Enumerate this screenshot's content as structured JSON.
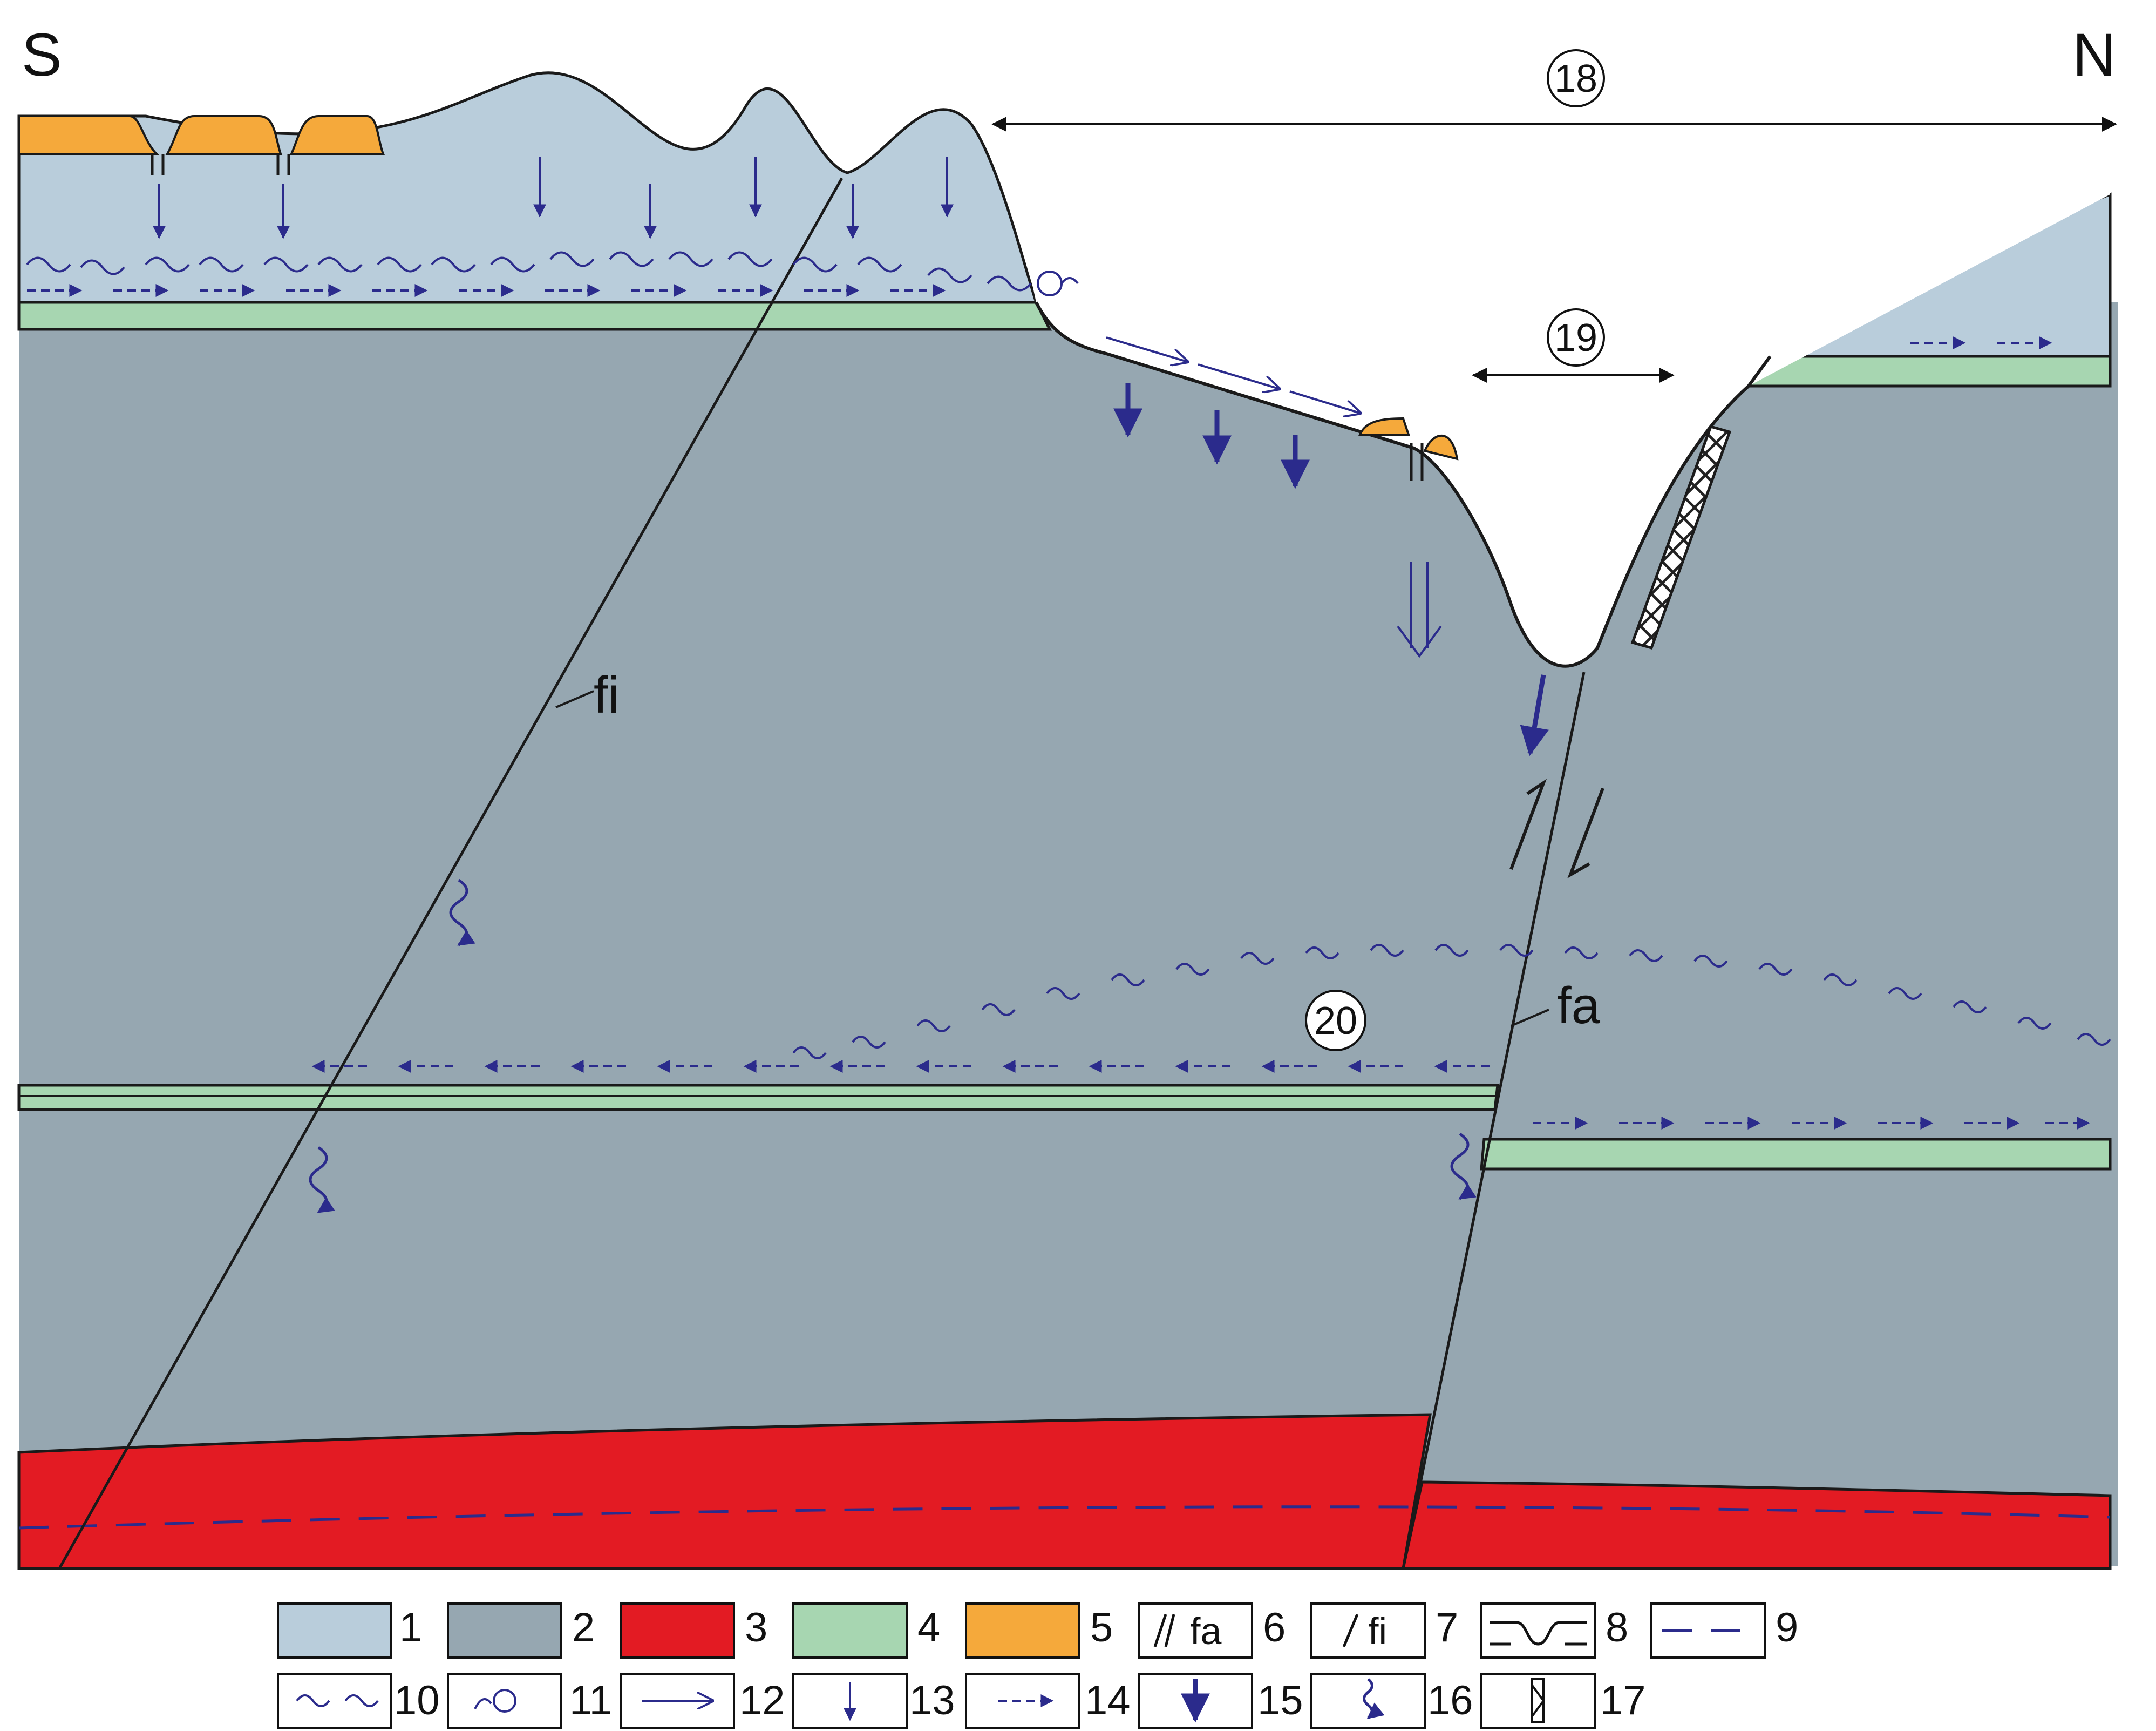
{
  "orientation": {
    "left": "S",
    "right": "N"
  },
  "faults": {
    "fi": "fi",
    "fa": "fa"
  },
  "markers": {
    "m18": "18",
    "m19": "19",
    "m20": "20"
  },
  "colors": {
    "layer1": "#b9cddb",
    "layer2": "#96a7b1",
    "layer3": "#e31b23",
    "layer4": "#a7d6b1",
    "layer5": "#f5a93b",
    "flow": "#2b2b8c",
    "line": "#1a1a1a"
  },
  "legend": [
    {
      "number": "1",
      "icon": "light-blue-swatch"
    },
    {
      "number": "2",
      "icon": "gray-swatch"
    },
    {
      "number": "3",
      "icon": "red-swatch"
    },
    {
      "number": "4",
      "icon": "green-swatch"
    },
    {
      "number": "5",
      "icon": "orange-swatch"
    },
    {
      "number": "6",
      "icon": "active-fault-symbol",
      "text": "fa"
    },
    {
      "number": "7",
      "icon": "inactive-fault-symbol",
      "text": "fi"
    },
    {
      "number": "8",
      "icon": "sinkhole-profile-symbol"
    },
    {
      "number": "9",
      "icon": "dashed-line-symbol"
    },
    {
      "number": "10",
      "icon": "wavy-line-symbol"
    },
    {
      "number": "11",
      "icon": "spring-symbol"
    },
    {
      "number": "12",
      "icon": "open-arrow-symbol"
    },
    {
      "number": "13",
      "icon": "thin-down-arrow-symbol"
    },
    {
      "number": "14",
      "icon": "dashed-arrow-symbol"
    },
    {
      "number": "15",
      "icon": "bold-down-arrow-symbol"
    },
    {
      "number": "16",
      "icon": "wavy-arrow-symbol"
    },
    {
      "number": "17",
      "icon": "hatched-bar-symbol"
    }
  ]
}
